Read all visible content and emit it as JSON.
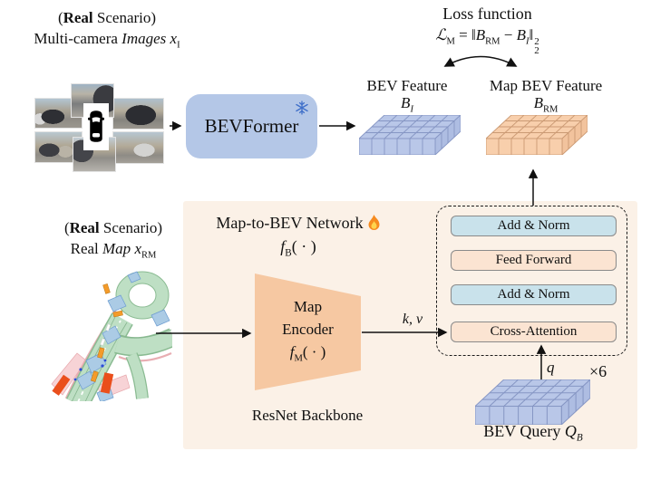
{
  "colors": {
    "panel_bg": "#fbf1e7",
    "bevformer_fill": "#b4c7e7",
    "norm_block_fill": "#c9e2eb",
    "attention_block_fill": "#fbe4d2",
    "encoder_fill": "#f6c8a2",
    "bev_grid_blue": "#b9c7e8",
    "bev_grid_orange": "#f8cfac",
    "snowflake_blue": "#3f6fc9",
    "flame_orange": "#f68b1f",
    "map_road_green": "#bedfc4",
    "map_patch_blue": "#abcbe5",
    "map_boundary_pink": "#e8adb2",
    "map_vehicle_orange": "#f49b2a",
    "map_bus_red": "#ea4f1c"
  },
  "scenario_images": {
    "paren_open": "(",
    "bold": "Real",
    "paren_close": " Scenario)",
    "line2_pre": "Multi-camera ",
    "line2_italic": "Images ",
    "var": "x",
    "var_sub": "I"
  },
  "scenario_map": {
    "paren_open": "(",
    "bold": "Real",
    "paren_close": " Scenario)",
    "line2_pre": "Real ",
    "line2_italic": "Map ",
    "var": "x",
    "var_sub": "RM"
  },
  "loss": {
    "title": "Loss function",
    "script_l": "ℒ",
    "script_l_sub": "M",
    "equals": " = ",
    "norm_open": "‖",
    "b1": "B",
    "b1_sub": "RM",
    "minus": " − ",
    "b2": "B",
    "b2_sub": "I",
    "norm_close": "‖",
    "sup": "2",
    "sub": "2"
  },
  "bevformer": {
    "label": "BEVFormer",
    "frozen_icon": "snowflake"
  },
  "bev_feature": {
    "title": "BEV Feature",
    "symbol": "B",
    "symbol_sub": "I"
  },
  "map_bev_feature": {
    "title": "Map BEV Feature",
    "symbol": "B",
    "symbol_sub": "RM"
  },
  "network": {
    "title": "Map-to-BEV Network",
    "trainable_icon": "flame",
    "func": "f",
    "func_sub": "B",
    "func_args": "( · )"
  },
  "map_encoder": {
    "line1": "Map",
    "line2": "Encoder",
    "func": "f",
    "func_sub": "M",
    "func_args": "( · )"
  },
  "resnet_label": "ResNet Backbone",
  "transformer": {
    "add_norm_top": "Add & Norm",
    "feed_forward": "Feed Forward",
    "add_norm_mid": "Add & Norm",
    "cross_attention": "Cross-Attention",
    "repeat": "×6",
    "kv_label": "k, v",
    "q_label": "q"
  },
  "bev_query": {
    "title": "BEV Query ",
    "symbol": "Q",
    "symbol_sub": "B"
  }
}
